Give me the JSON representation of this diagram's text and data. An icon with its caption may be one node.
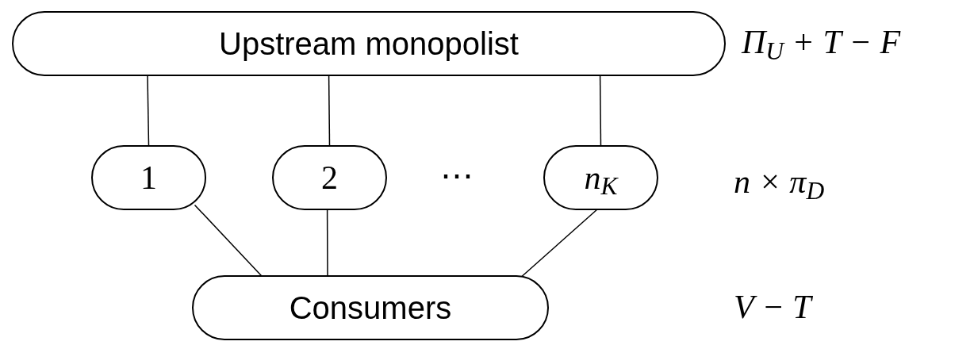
{
  "diagram": {
    "nodes": [
      {
        "text": [
          "Upstream monopolist"
        ]
      },
      {
        "text": [
          "1"
        ]
      },
      {
        "text": [
          "2"
        ]
      },
      {
        "text": [
          "n$_{K}$"
        ]
      },
      {
        "text": [
          "Consumers"
        ]
      }
    ],
    "edges": [
      {
        "from": 0,
        "to": 1,
        "arrow": "none"
      },
      {
        "from": 0,
        "to": 2,
        "arrow": "none"
      },
      {
        "from": 0,
        "to": 3,
        "arrow": "none"
      },
      {
        "from": 1,
        "to": 4,
        "arrow": "none"
      },
      {
        "from": 2,
        "to": 4,
        "arrow": "none"
      },
      {
        "from": 3,
        "to": 4,
        "arrow": "none"
      }
    ],
    "labels": [
      "Π$_{U}$ + T − F",
      "⋯",
      "n × π$_{D}$",
      "V − T"
    ]
  }
}
